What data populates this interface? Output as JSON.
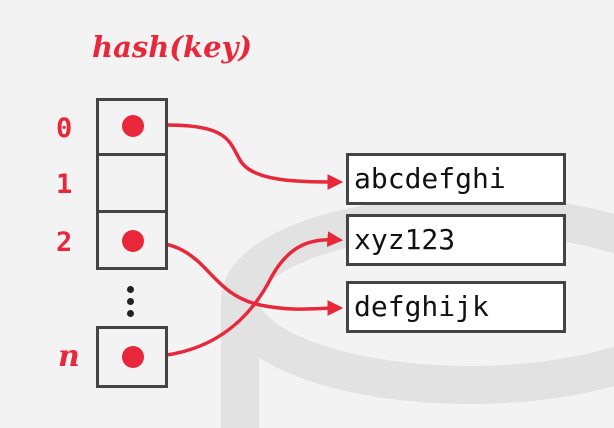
{
  "title": "hash(key)",
  "slot_labels": [
    "0",
    "1",
    "2",
    "n"
  ],
  "entries": [
    "abcdefghi",
    "xyz123",
    "defghijk"
  ],
  "colors": {
    "accent": "#e8283a",
    "border": "#444444",
    "background": "#f3f3f3"
  }
}
